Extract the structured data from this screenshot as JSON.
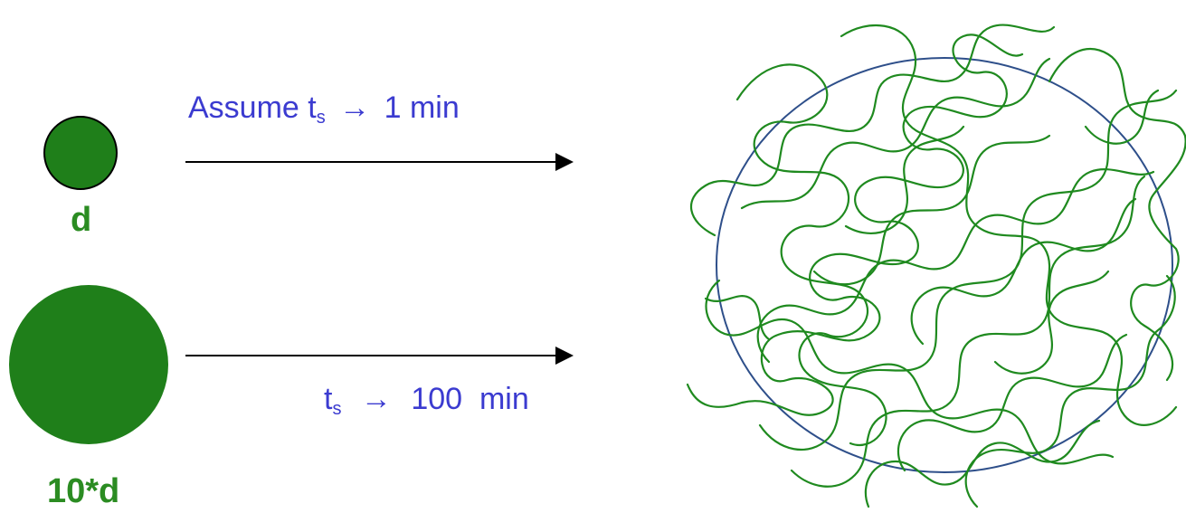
{
  "small_particle": {
    "label": "d"
  },
  "large_particle": {
    "label": "10*d"
  },
  "top_arrow": {
    "prefix": "Assume t",
    "subscript": "s",
    "arrow": "→",
    "value": "1 min"
  },
  "bottom_arrow": {
    "prefix": "t",
    "subscript": "s",
    "arrow": "→",
    "value": "100  min"
  },
  "colors": {
    "particle": "#1f7f1a",
    "label_green": "#2b8c22",
    "label_blue": "#3b3bd0",
    "strand": "#1f8a1f",
    "boundary": "#2e4f8a"
  }
}
